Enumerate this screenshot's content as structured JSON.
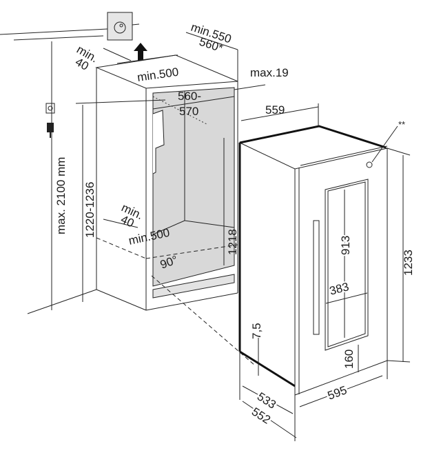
{
  "title": "Built-in wine cabinet installation dimensions",
  "units": "mm",
  "labels": {
    "max_height": "max. 2100 mm",
    "niche_height": "1220-1236",
    "vent_top_depth": "min.",
    "vent_top_depth_val": "40",
    "vent_top_width": "min.500",
    "niche_depth_top": "min.550",
    "niche_depth_top_alt": "560*",
    "max_offset": "max.19",
    "niche_width": "560-",
    "niche_width_2": "570",
    "vent_bottom_depth": "min.",
    "vent_bottom_depth_val": "40",
    "vent_bottom_width": "min.500",
    "angle": "90°",
    "inner_height": "1218",
    "appliance_width_body": "559",
    "note_marker": "**",
    "appliance_height": "1233",
    "window_height": "913",
    "window_width": "383",
    "bottom_gap": "7,5",
    "window_bottom": "160",
    "door_width": "595",
    "depth_body": "533",
    "depth_total": "552"
  },
  "icons": [
    "socket-icon",
    "plug-icon",
    "airflow-arrow-icon"
  ]
}
